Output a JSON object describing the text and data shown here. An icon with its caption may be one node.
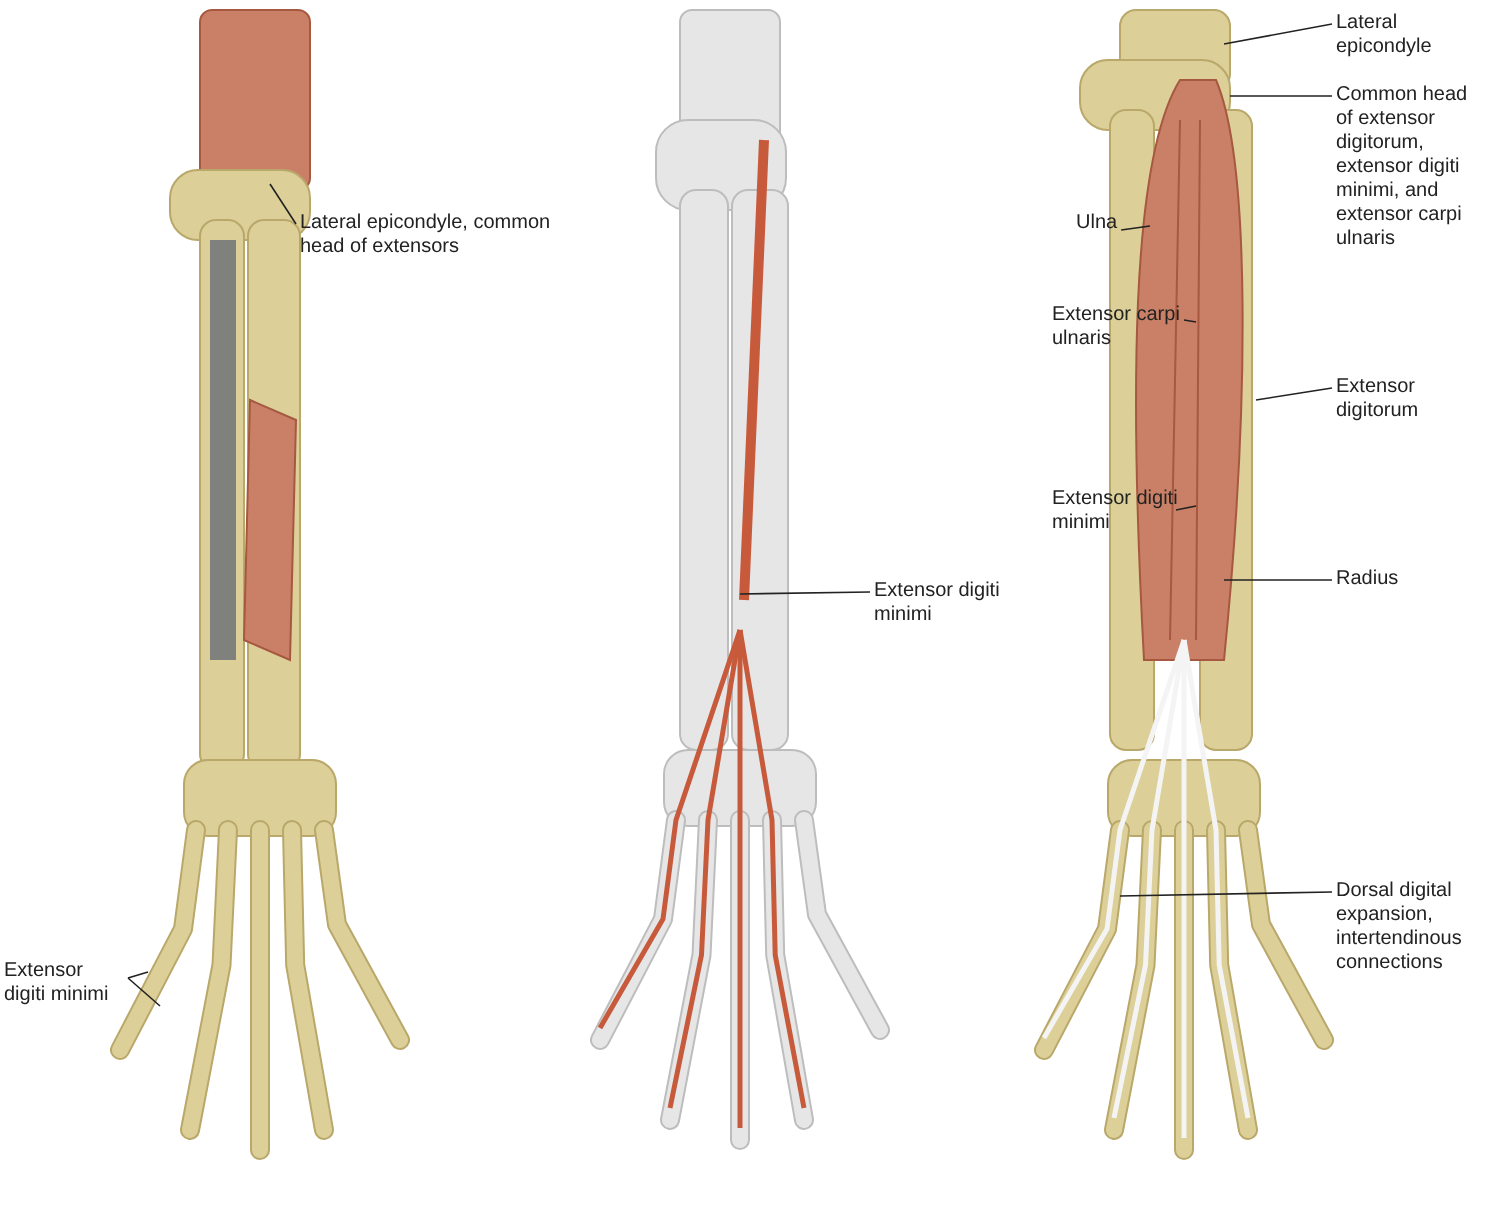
{
  "diagram": {
    "nodes": [
      {
        "text": [
          "Lateral epicondyle, common head of extensors"
        ]
      },
      {
        "text": [
          "Extensor digiti minimi"
        ]
      },
      {
        "text": [
          "Extensor digiti minimi"
        ]
      },
      {
        "text": [
          "Lateral epicondyle"
        ]
      },
      {
        "text": [
          "Common head of extensor digitorum, extensor digiti minimi, and extensor carpi ulnaris"
        ]
      },
      {
        "text": [
          "Ulna"
        ]
      },
      {
        "text": [
          "Extensor carpi ulnaris"
        ]
      },
      {
        "text": [
          "Extensor digitorum"
        ]
      },
      {
        "text": [
          "Extensor digiti minimi"
        ]
      },
      {
        "text": [
          "Radius"
        ]
      },
      {
        "text": [
          "Dorsal digital expansion, intertendinous connections"
        ]
      }
    ],
    "edges": [
      {
        "from": 0,
        "to": null,
        "arrow": "none"
      },
      {
        "from": 1,
        "to": null,
        "arrow": "none"
      },
      {
        "from": 1,
        "to": null,
        "arrow": "none"
      },
      {
        "from": 2,
        "to": null,
        "arrow": "none"
      },
      {
        "from": 3,
        "to": null,
        "arrow": "none"
      },
      {
        "from": 4,
        "to": null,
        "arrow": "none"
      },
      {
        "from": 5,
        "to": null,
        "arrow": "none"
      },
      {
        "from": 6,
        "to": null,
        "arrow": "none"
      },
      {
        "from": 7,
        "to": null,
        "arrow": "none"
      },
      {
        "from": 8,
        "to": null,
        "arrow": "none"
      },
      {
        "from": 9,
        "to": null,
        "arrow": "none"
      },
      {
        "from": 10,
        "to": null,
        "arrow": "none"
      }
    ]
  }
}
